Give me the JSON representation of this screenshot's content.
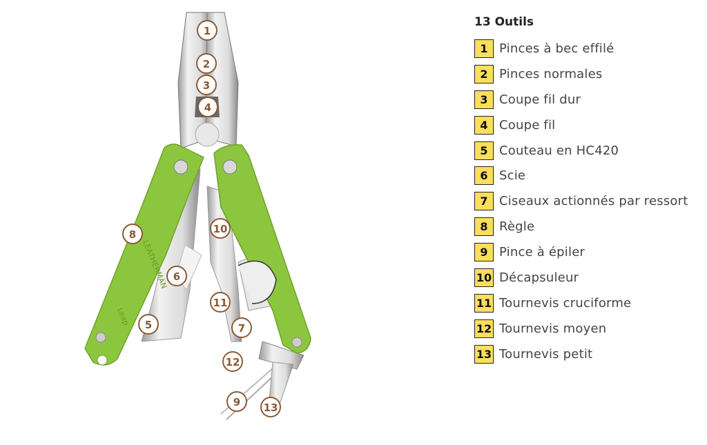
{
  "product_lettering": {
    "brand": "LEATHERMAN",
    "model": "Leap"
  },
  "colors": {
    "handle": "#8cc63f",
    "badge": "#fbde5c",
    "callout": "#8b5a34"
  },
  "callouts": [
    "1",
    "2",
    "3",
    "4",
    "5",
    "6",
    "7",
    "8",
    "9",
    "10",
    "11",
    "12",
    "13"
  ],
  "legend": {
    "title": "13 Outils",
    "items": [
      {
        "num": "1",
        "label": "Pinces à bec effilé"
      },
      {
        "num": "2",
        "label": "Pinces normales"
      },
      {
        "num": "3",
        "label": "Coupe fil dur"
      },
      {
        "num": "4",
        "label": "Coupe fil"
      },
      {
        "num": "5",
        "label": "Couteau en HC420"
      },
      {
        "num": "6",
        "label": "Scie"
      },
      {
        "num": "7",
        "label": "Ciseaux actionnés par ressort"
      },
      {
        "num": "8",
        "label": "Règle"
      },
      {
        "num": "9",
        "label": "Pince à épiler"
      },
      {
        "num": "10",
        "label": "Décapsuleur"
      },
      {
        "num": "11",
        "label": "Tournevis cruciforme"
      },
      {
        "num": "12",
        "label": "Tournevis moyen"
      },
      {
        "num": "13",
        "label": "Tournevis petit"
      }
    ]
  }
}
